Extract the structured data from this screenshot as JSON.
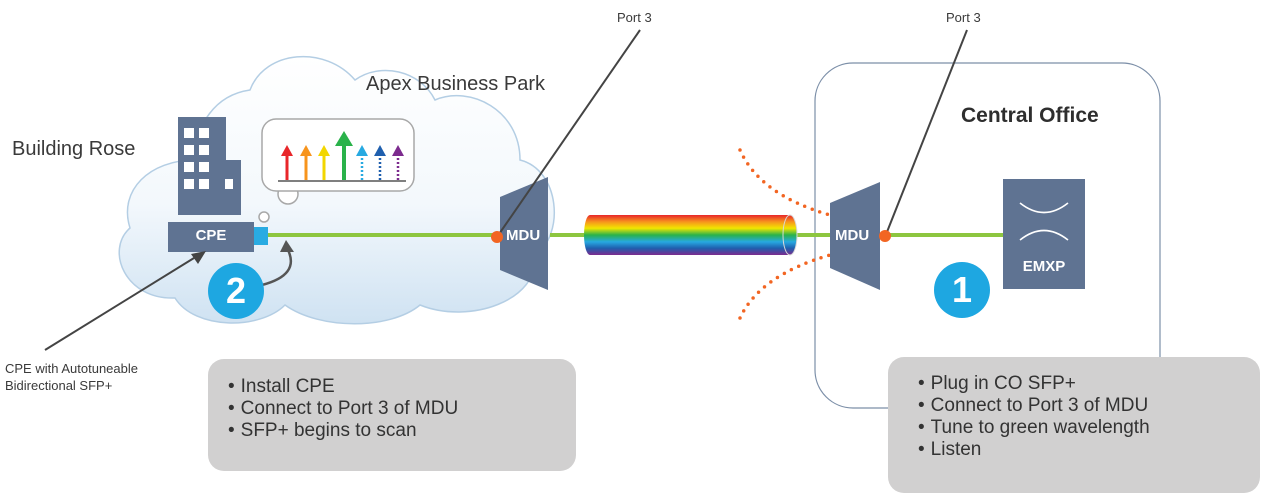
{
  "site": {
    "business_park": "Apex Business Park",
    "building": "Building Rose",
    "central_office": "Central Office"
  },
  "devices": {
    "cpe": "CPE",
    "mdu_left": "MDU",
    "mdu_right": "MDU",
    "emxp": "EMXP"
  },
  "ports": {
    "left": "Port 3",
    "right": "Port 3"
  },
  "steps": {
    "one": "1",
    "two": "2"
  },
  "callouts": {
    "cpe_line1": "CPE with Autotuneable",
    "cpe_line2": "Bidirectional SFP+"
  },
  "left_box": {
    "items": [
      "Install CPE",
      "Connect to Port 3 of MDU",
      "SFP+ begins to scan"
    ]
  },
  "right_box": {
    "items": [
      "Plug in CO SFP+",
      "Connect to Port 3 of MDU",
      "Tune to green wavelength",
      "Listen"
    ]
  },
  "colors": {
    "fiber_green": "#8dc63f",
    "port_orange": "#f26522",
    "device_slate": "#5f7392",
    "step_blue": "#1ea7e1",
    "sfp_blue": "#29abe2",
    "box_gray": "#d1d0d0",
    "wavelengths": [
      "#e8262a",
      "#f7941d",
      "#f2e600",
      "#2ab24a",
      "#27a9e1",
      "#1f5fae",
      "#7c2b8e"
    ]
  }
}
